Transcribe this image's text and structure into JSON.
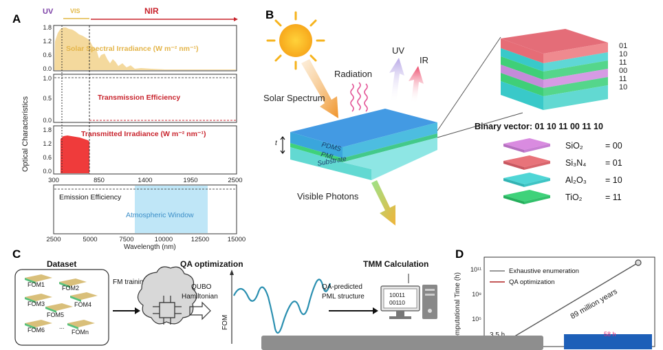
{
  "panels": {
    "a": "A",
    "b": "B",
    "c": "C",
    "d": "D"
  },
  "panel_a": {
    "bands": {
      "uv": "UV",
      "vis": "VIS",
      "nir": "NIR"
    },
    "y_axis_label": "Optical Characteristics",
    "solar_label": "Solar Spectral Irradiance (W m⁻² nm⁻¹)",
    "transmission_label": "Transmission Efficiency",
    "transmitted_label": "Transmitted Irradiance (W m⁻² nm⁻¹)",
    "solar_ticks": [
      "1.8",
      "1.2",
      "0.6",
      "0.0"
    ],
    "trans_ticks": [
      "1.0",
      "0.5",
      "0.0"
    ],
    "tirr_ticks": [
      "1.8",
      "1.2",
      "0.6",
      "0.0"
    ],
    "x_ticks_top": [
      "300",
      "850",
      "1400",
      "1950",
      "2500"
    ],
    "emission_label": "Emission Efficiency",
    "atm_window_label": "Atmospheric Window",
    "x_ticks_bottom": [
      "2500",
      "5000",
      "7500",
      "10000",
      "12500",
      "15000"
    ],
    "x_axis_label": "Wavelength (nm)"
  },
  "panel_b": {
    "uv": "UV",
    "ir": "IR",
    "radiation": "Radiation",
    "solar_spectrum": "Solar Spectrum",
    "visible_photons": "Visible Photons",
    "layers": {
      "pdms": "PDMS",
      "pml": "PML",
      "substrate": "Substrate"
    },
    "t_label": "t",
    "stack_codes": [
      "01",
      "10",
      "11",
      "00",
      "11",
      "10"
    ],
    "binary_vector": "Binary vector: 01 10 11 00 11 10",
    "legend": [
      {
        "material": "SiO₂",
        "code": "= 00",
        "color": "#d98be0"
      },
      {
        "material": "Si₃N₄",
        "code": "= 01",
        "color": "#e8737a"
      },
      {
        "material": "Al₂O₃",
        "code": "= 10",
        "color": "#4fd6d6"
      },
      {
        "material": "TiO₂",
        "code": "= 11",
        "color": "#3fd27a"
      }
    ]
  },
  "panel_c": {
    "dataset": "Dataset",
    "foms": [
      "FOM1",
      "FOM2",
      "FOM3",
      "FOM4",
      "FOM5",
      "FOM6",
      "...",
      "FOMn"
    ],
    "fm_training": "FM training",
    "qa_optimization": "QA optimization",
    "qubo": "QUBO",
    "hamiltonian": "Hamiltonian",
    "fom_axis": "FOM",
    "qa_predicted": "QA-predicted",
    "pml_structure": "PML structure",
    "tmm": "TMM Calculation",
    "screen_line1": "10011",
    "screen_line2": "00110"
  },
  "panel_d": {
    "y_axis_label": "Computational Time (h)",
    "ticks": [
      "10¹¹",
      "10⁸",
      "10⁵"
    ],
    "legend_exhaustive": "Exhaustive enumeration",
    "legend_qa": "QA optimization",
    "annotation_years": "89 million years",
    "annotation_hours": "3.5 h",
    "bar_label": "58 h"
  }
}
